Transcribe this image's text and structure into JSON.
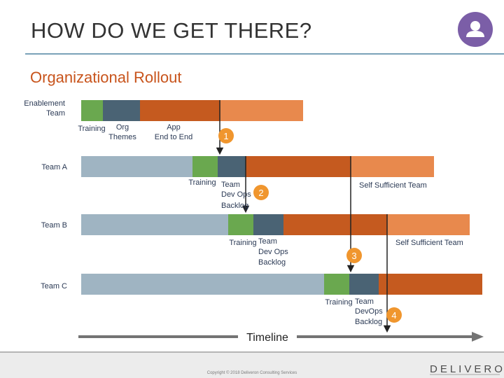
{
  "slide": {
    "title": "HOW DO WE GET THERE?",
    "subtitle": "Organizational Rollout",
    "footer_copyright": "Copyright © 2018 Deliveron Consulting Services",
    "logo_text": "DELIVERON",
    "avatar_icon": "user-icon"
  },
  "diagram": {
    "rows": [
      {
        "label_lines": [
          "Enablement",
          "Team"
        ]
      },
      {
        "label_lines": [
          "Team A"
        ]
      },
      {
        "label_lines": [
          "Team B"
        ]
      },
      {
        "label_lines": [
          "Team C"
        ]
      }
    ],
    "annotations": {
      "enablement": {
        "training": "Training",
        "org_themes": [
          "Org",
          "Themes"
        ],
        "app_e2e": [
          "App",
          "End to End"
        ]
      },
      "team_a": {
        "training": "Training",
        "backlog": [
          "Team",
          "Dev Ops",
          "Backlog"
        ],
        "self": "Self Sufficient Team"
      },
      "team_b": {
        "training": "Training",
        "backlog": [
          "Team",
          "Dev Ops",
          "Backlog"
        ],
        "self": "Self Sufficient Team"
      },
      "team_c": {
        "training": "Training",
        "backlog": [
          "Team",
          "DevOps",
          "Backlog"
        ]
      }
    },
    "badges": [
      "1",
      "2",
      "3",
      "4"
    ],
    "timeline_label": "Timeline",
    "colors": {
      "waiting": "#9fb4c2",
      "training": "#6aa84f",
      "themes": "#4a6374",
      "build": "#c55a1f",
      "self": "#e8894d",
      "badge": "#f0962e",
      "timeline": "#747474"
    }
  }
}
